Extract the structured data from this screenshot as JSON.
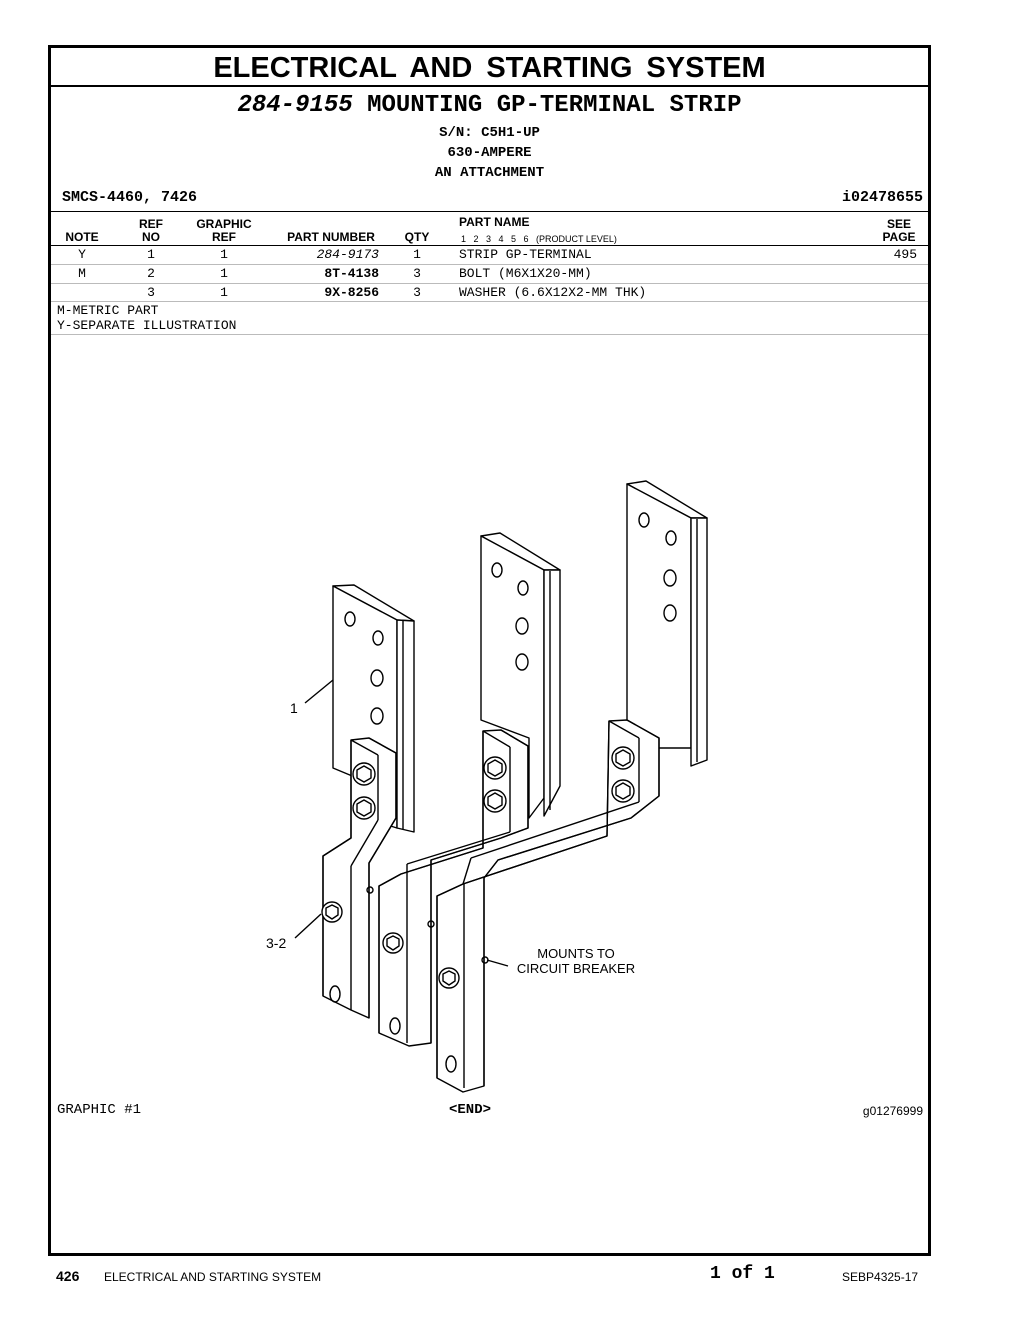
{
  "header": {
    "section_title": "ELECTRICAL AND STARTING SYSTEM",
    "group_part_number": "284-9155",
    "group_name": "MOUNTING GP-TERMINAL STRIP",
    "serial": "S/N: C5H1-UP",
    "rating": "630-AMPERE",
    "attachment": "AN ATTACHMENT",
    "smcs": "SMCS-4460, 7426",
    "info_id": "i02478655"
  },
  "table": {
    "headers": {
      "note": "NOTE",
      "ref_no_1": "REF",
      "ref_no_2": "NO",
      "graphic_ref_1": "GRAPHIC",
      "graphic_ref_2": "REF",
      "part_number": "PART NUMBER",
      "qty": "QTY",
      "part_name": "PART NAME",
      "product_level": "1   2   3   4   5   6   (PRODUCT LEVEL)",
      "see_page_1": "SEE",
      "see_page_2": "PAGE"
    },
    "rows": [
      {
        "note": "Y",
        "ref_no": "1",
        "graphic_ref": "1",
        "part_number": "284-9173",
        "qty": "1",
        "part_name": "STRIP GP-TERMINAL",
        "see_page": "495"
      },
      {
        "note": "M",
        "ref_no": "2",
        "graphic_ref": "1",
        "part_number": "8T-4138",
        "qty": "3",
        "part_name": "BOLT (M6X1X20-MM)",
        "see_page": ""
      },
      {
        "note": "",
        "ref_no": "3",
        "graphic_ref": "1",
        "part_number": "9X-8256",
        "qty": "3",
        "part_name": "WASHER (6.6X12X2-MM THK)",
        "see_page": ""
      }
    ]
  },
  "notes": [
    "M-METRIC PART",
    "Y-SEPARATE ILLUSTRATION"
  ],
  "illustration": {
    "callout_1": "1",
    "callout_2": "3-2",
    "callout_3_line1": "MOUNTS TO",
    "callout_3_line2": "CIRCUIT BREAKER"
  },
  "graphic_label": "GRAPHIC #1",
  "end_label": "<END>",
  "graphic_number": "g01276999",
  "footer": {
    "page_number": "426",
    "section": "ELECTRICAL AND STARTING SYSTEM",
    "page_of": "1 of 1",
    "doc_number": "SEBP4325-17"
  }
}
